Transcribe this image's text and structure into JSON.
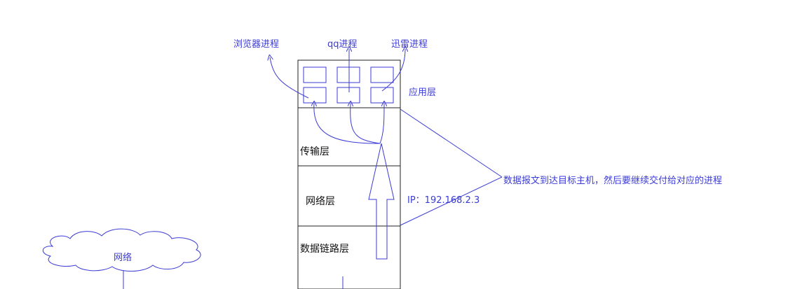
{
  "processes": {
    "browser": "浏览器进程",
    "qq": "qq进程",
    "xunlei": "迅雷进程"
  },
  "layers": {
    "application": "应用层",
    "transport": "传输层",
    "network": "网络层",
    "datalink": "数据链路层"
  },
  "ip_label": "IP：192.168.2.3",
  "annotation": "数据报文到达目标主机，然后要继续交付给对应的进程",
  "cloud_label": "网络",
  "colors": {
    "stroke_black": "#222222",
    "stroke_blue": "#3b3bd6",
    "text_blue": "#3b3bd6",
    "text_black": "#111111"
  }
}
